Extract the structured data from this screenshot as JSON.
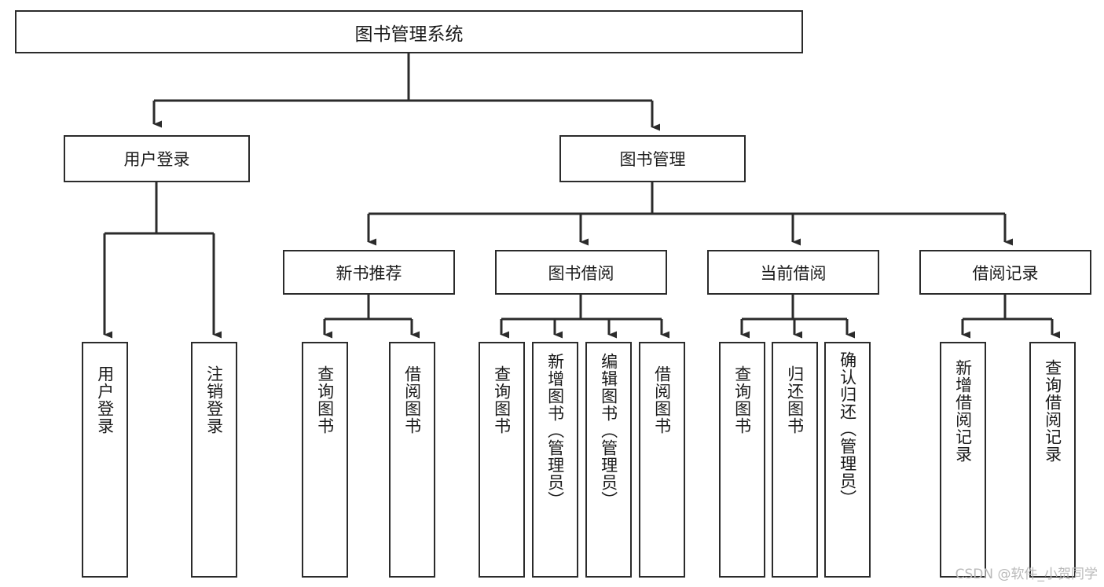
{
  "diagram": {
    "type": "tree-hierarchy",
    "title": "图书管理系统",
    "orientation": "top-down",
    "colors": {
      "box_border": "#2b2b2b",
      "box_fill": "#ffffff",
      "edge": "#2b2b2b",
      "text": "#1b1b1b",
      "watermark": "#b9b9b9"
    },
    "nodes": {
      "root": {
        "label": "图书管理系统"
      },
      "level2": [
        {
          "id": "user-login",
          "label": "用户登录"
        },
        {
          "id": "book-manage",
          "label": "图书管理"
        }
      ],
      "level3": [
        {
          "id": "new-book-recommend",
          "label": "新书推荐"
        },
        {
          "id": "book-borrow",
          "label": "图书借阅"
        },
        {
          "id": "current-borrow",
          "label": "当前借阅"
        },
        {
          "id": "borrow-record",
          "label": "借阅记录"
        }
      ],
      "leaves": {
        "user_login": [
          {
            "id": "leaf-user-login",
            "label": "用户登录"
          },
          {
            "id": "leaf-logout",
            "label": "注销登录"
          }
        ],
        "new_book_recommend": [
          {
            "id": "leaf-query-book-1",
            "label": "查询图书"
          },
          {
            "id": "leaf-borrow-book-1",
            "label": "借阅图书"
          }
        ],
        "book_borrow": [
          {
            "id": "leaf-query-book-2",
            "label": "查询图书"
          },
          {
            "id": "leaf-add-book",
            "label": "新增图书（管理员）"
          },
          {
            "id": "leaf-edit-book",
            "label": "编辑图书（管理员）"
          },
          {
            "id": "leaf-borrow-book-2",
            "label": "借阅图书"
          }
        ],
        "current_borrow": [
          {
            "id": "leaf-query-book-3",
            "label": "查询图书"
          },
          {
            "id": "leaf-return-book",
            "label": "归还图书"
          },
          {
            "id": "leaf-confirm-return",
            "label": "确认归还（管理员）"
          }
        ],
        "borrow_record": [
          {
            "id": "leaf-add-record",
            "label": "新增借阅记录"
          },
          {
            "id": "leaf-query-record",
            "label": "查询借阅记录"
          }
        ]
      }
    },
    "edges": [
      {
        "from": "图书管理系统",
        "to": "用户登录"
      },
      {
        "from": "图书管理系统",
        "to": "图书管理"
      },
      {
        "from": "用户登录",
        "to": "用户登录"
      },
      {
        "from": "用户登录",
        "to": "注销登录"
      },
      {
        "from": "图书管理",
        "to": "新书推荐"
      },
      {
        "from": "图书管理",
        "to": "图书借阅"
      },
      {
        "from": "图书管理",
        "to": "当前借阅"
      },
      {
        "from": "图书管理",
        "to": "借阅记录"
      },
      {
        "from": "新书推荐",
        "to": "查询图书"
      },
      {
        "from": "新书推荐",
        "to": "借阅图书"
      },
      {
        "from": "图书借阅",
        "to": "查询图书"
      },
      {
        "from": "图书借阅",
        "to": "新增图书（管理员）"
      },
      {
        "from": "图书借阅",
        "to": "编辑图书（管理员）"
      },
      {
        "from": "图书借阅",
        "to": "借阅图书"
      },
      {
        "from": "当前借阅",
        "to": "查询图书"
      },
      {
        "from": "当前借阅",
        "to": "归还图书"
      },
      {
        "from": "当前借阅",
        "to": "确认归还（管理员）"
      },
      {
        "from": "借阅记录",
        "to": "新增借阅记录"
      },
      {
        "from": "借阅记录",
        "to": "查询借阅记录"
      }
    ]
  },
  "watermark": {
    "text": "CSDN @软件_小贺同学"
  }
}
